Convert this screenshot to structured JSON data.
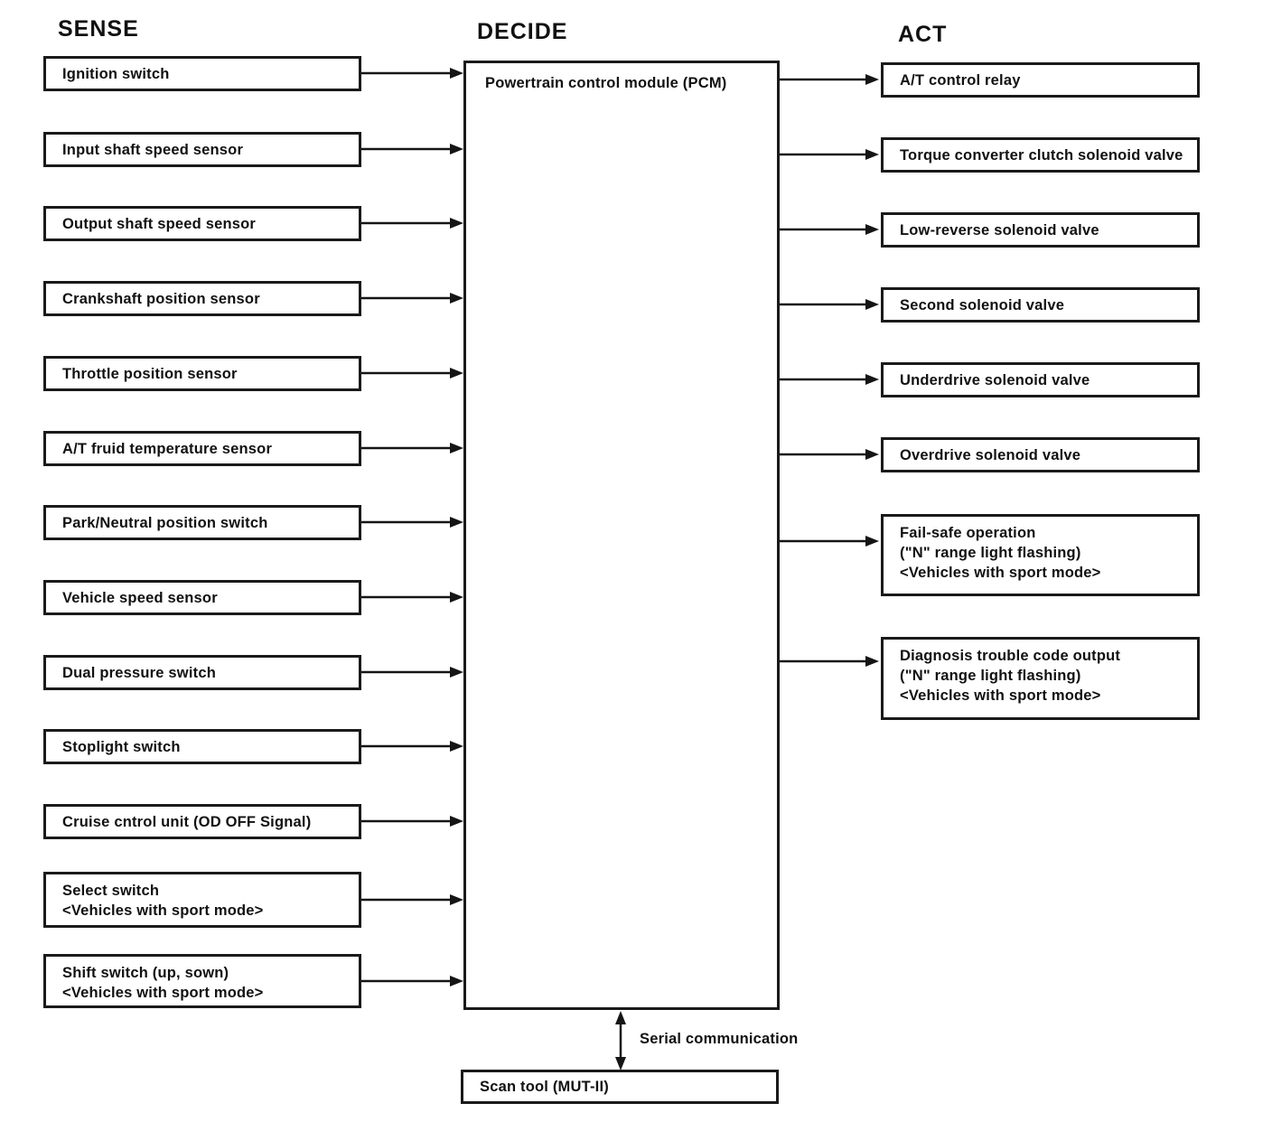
{
  "headings": {
    "sense": "SENSE",
    "decide": "DECIDE",
    "act": "ACT"
  },
  "pcm_label": "Powertrain control module (PCM)",
  "sense_items": [
    {
      "label": "Ignition switch"
    },
    {
      "label": "Input shaft speed sensor"
    },
    {
      "label": "Output shaft speed sensor"
    },
    {
      "label": "Crankshaft position sensor"
    },
    {
      "label": "Throttle position sensor"
    },
    {
      "label": "A/T fruid temperature sensor"
    },
    {
      "label": "Park/Neutral position switch"
    },
    {
      "label": "Vehicle speed sensor"
    },
    {
      "label": "Dual pressure switch"
    },
    {
      "label": "Stoplight switch"
    },
    {
      "label": "Cruise cntrol unit (OD OFF Signal)"
    },
    {
      "label": "Select switch\n<Vehicles with sport mode>"
    },
    {
      "label": "Shift switch (up, sown)\n<Vehicles with sport mode>"
    }
  ],
  "act_items": [
    {
      "label": "A/T control relay"
    },
    {
      "label": "Torque converter clutch solenoid valve"
    },
    {
      "label": "Low-reverse solenoid valve"
    },
    {
      "label": "Second solenoid valve"
    },
    {
      "label": "Underdrive solenoid valve"
    },
    {
      "label": "Overdrive solenoid valve"
    },
    {
      "label": "Fail-safe operation\n(\"N\" range light flashing)\n<Vehicles with sport mode>"
    },
    {
      "label": "Diagnosis trouble code output\n(\"N\" range light flashing)\n<Vehicles with sport mode>"
    }
  ],
  "scan_tool_label": "Scan tool (MUT-II)",
  "serial_label": "Serial communication",
  "colors": {
    "ink": "#151515",
    "background": "#ffffff"
  }
}
